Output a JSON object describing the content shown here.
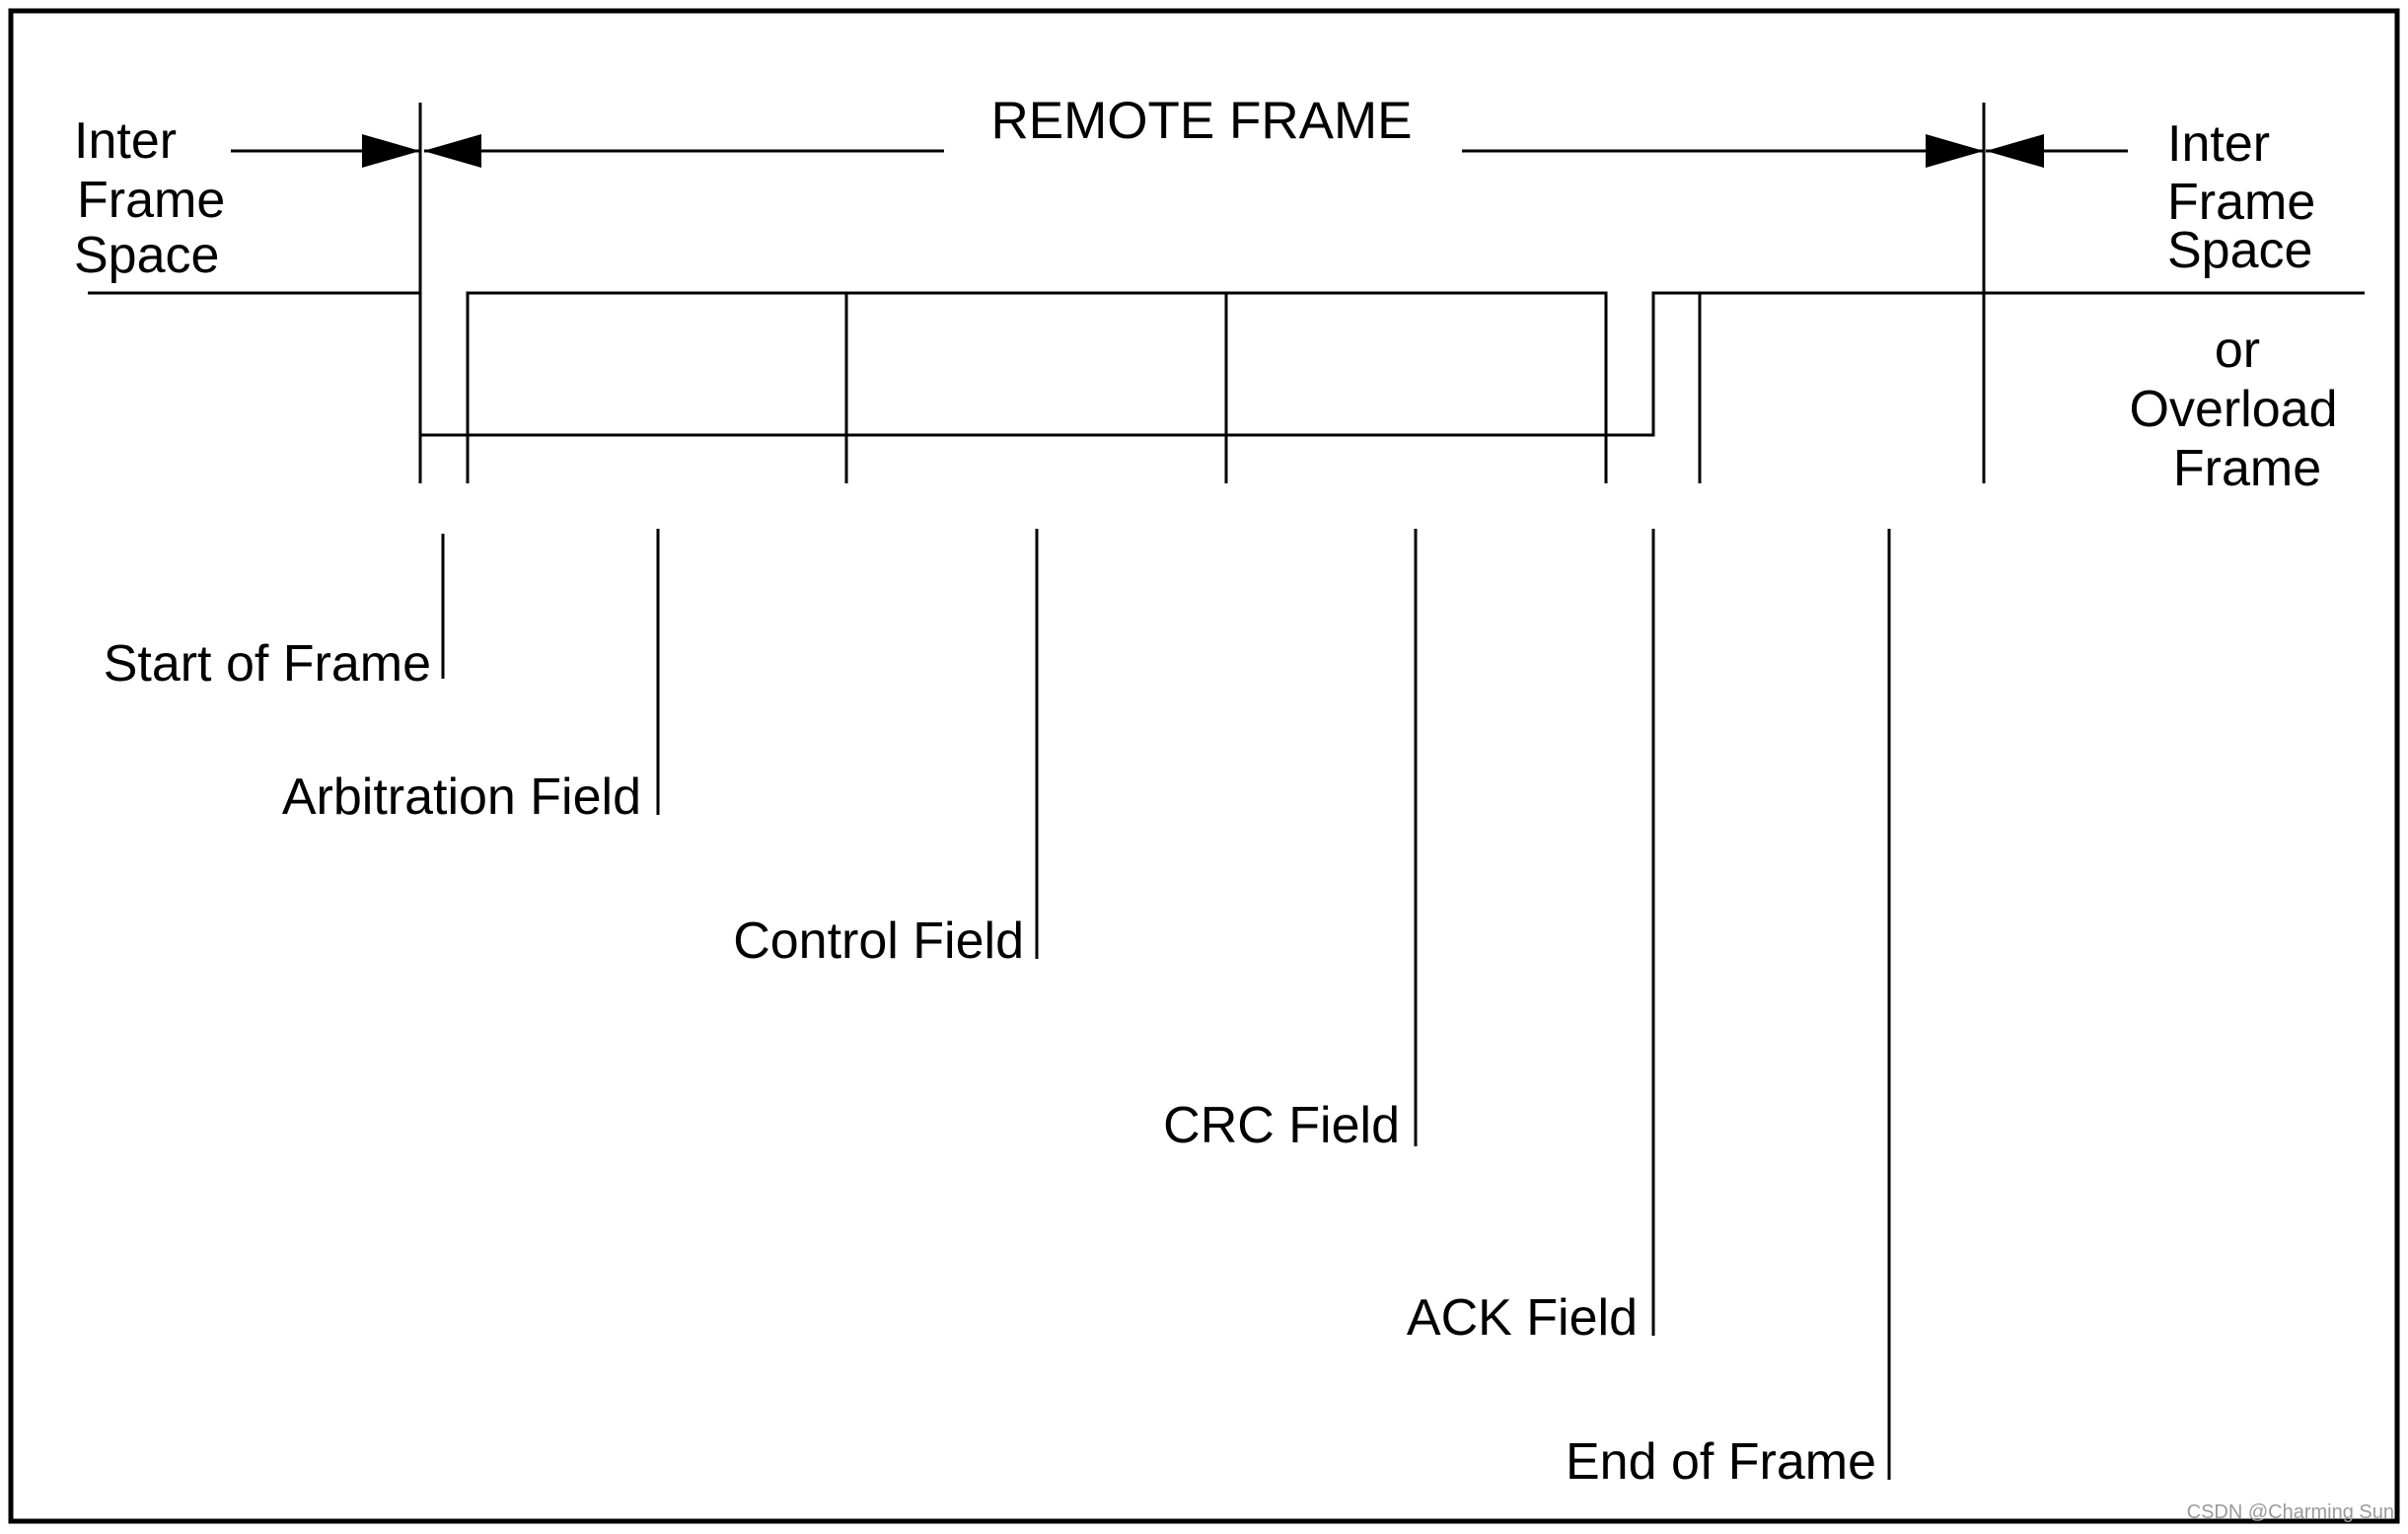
{
  "diagram": {
    "title": "REMOTE FRAME",
    "left_ifs": [
      "Inter",
      "Frame",
      "Space"
    ],
    "right_ifs": [
      "Inter",
      "Frame",
      "Space"
    ],
    "right_alt": [
      "or",
      "Overload",
      "Frame"
    ],
    "fields": [
      "Start of Frame",
      "Arbitration Field",
      "Control Field",
      "CRC Field",
      "ACK Field",
      "End of Frame"
    ],
    "watermark": "CSDN @Charming Sun"
  }
}
